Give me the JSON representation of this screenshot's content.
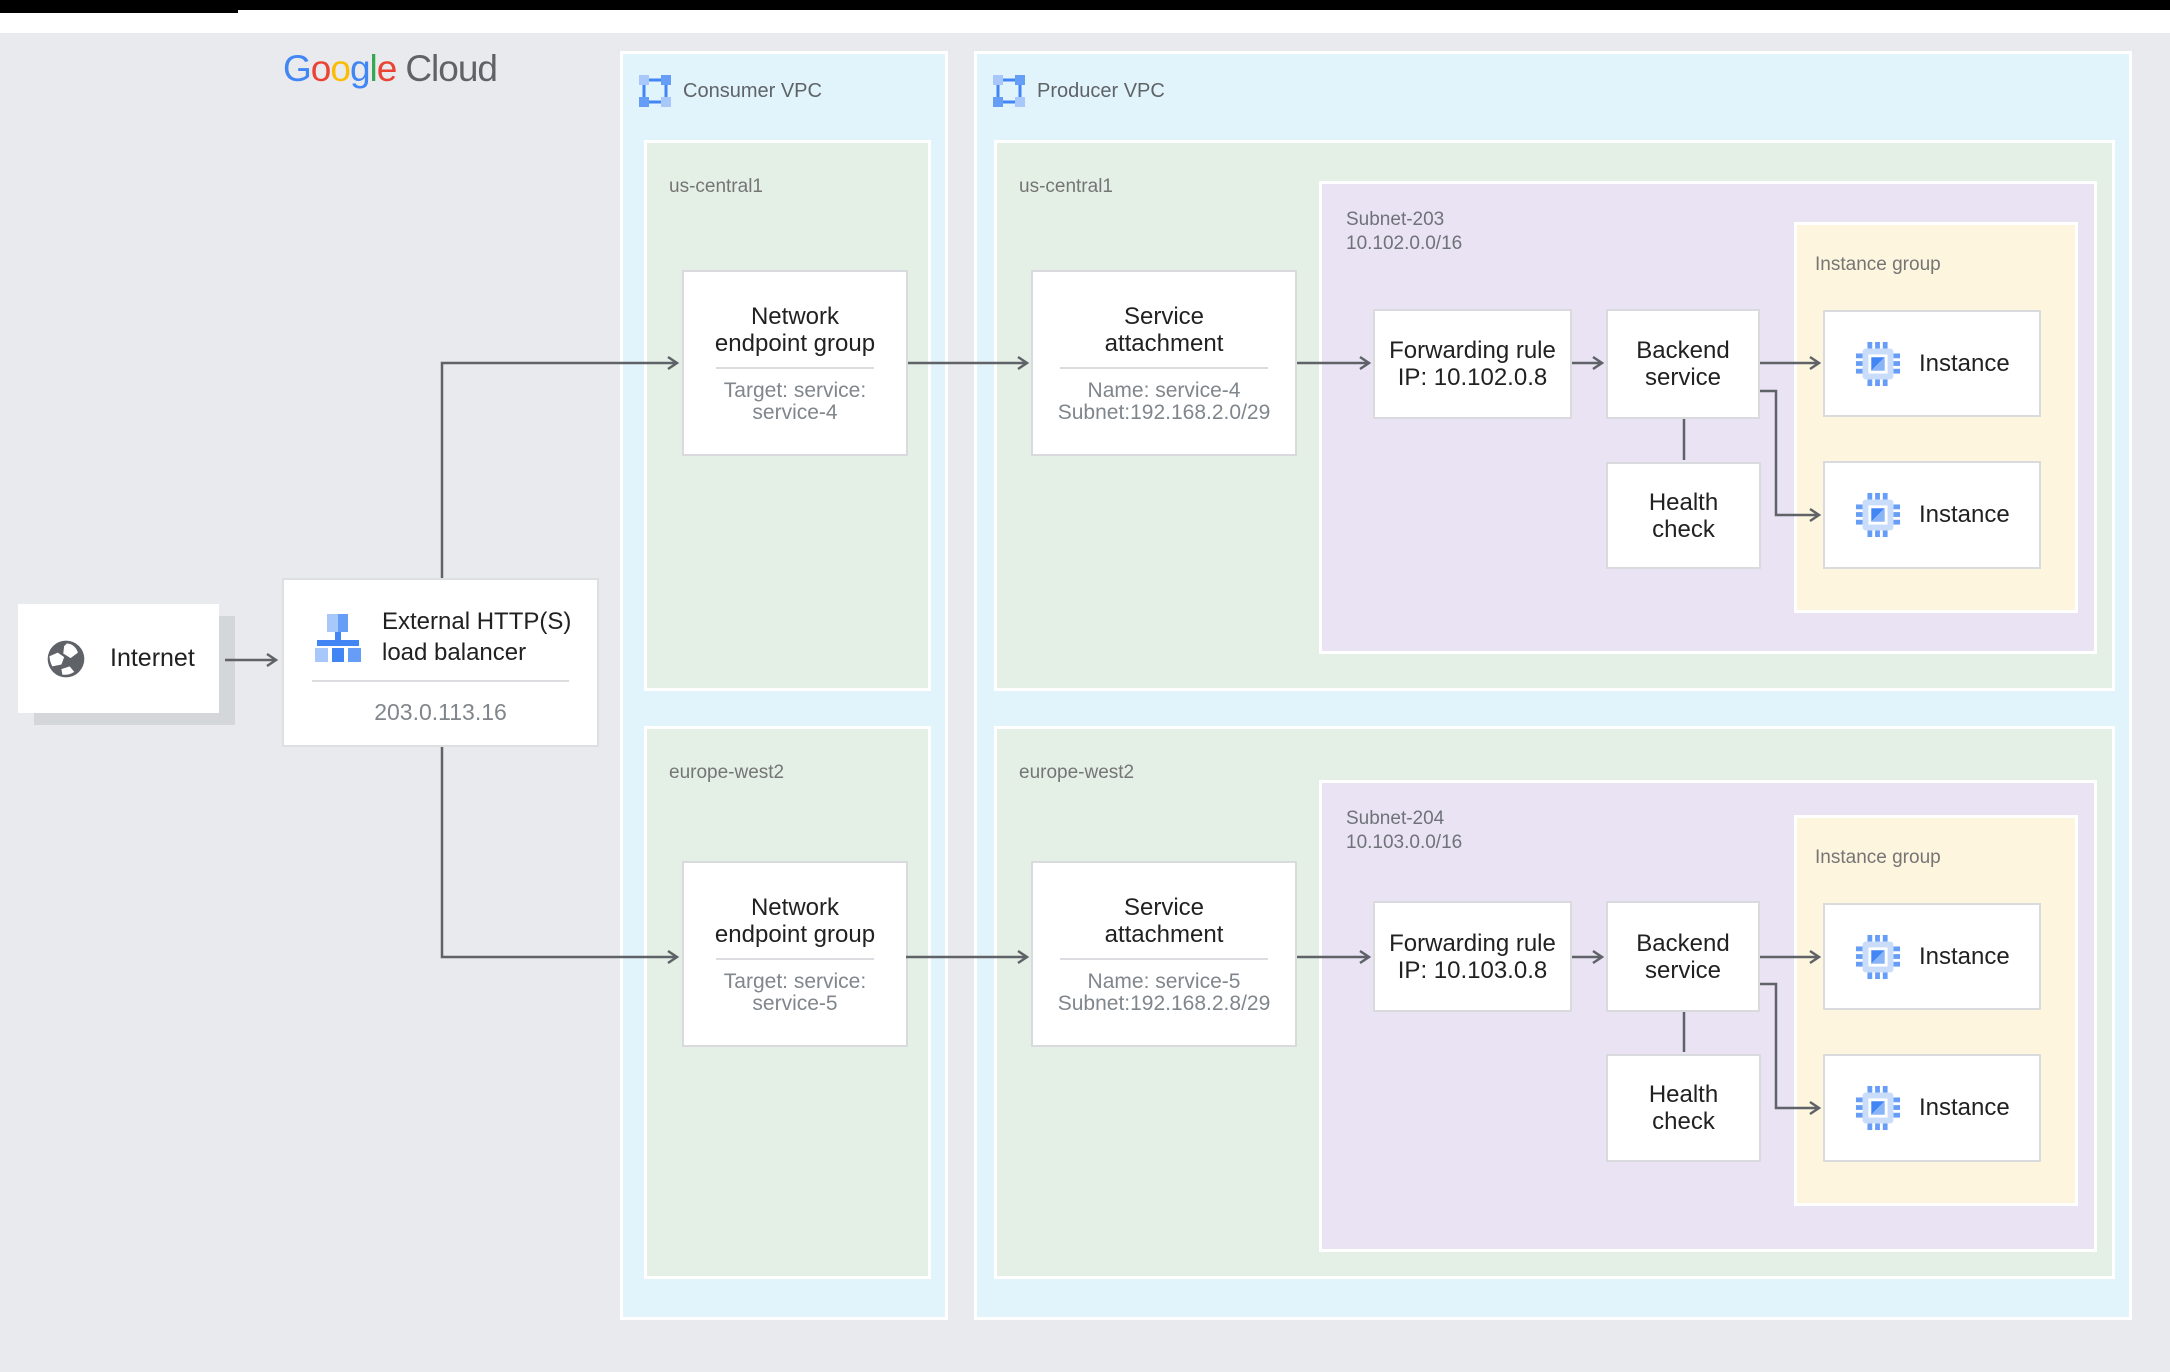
{
  "logo": {
    "l1": "G",
    "l2": "o",
    "l3": "o",
    "l4": "g",
    "l5": "l",
    "l6": "e",
    "word2": "Cloud"
  },
  "internet": {
    "label": "Internet"
  },
  "load_balancer": {
    "title1": "External HTTP(S)",
    "title2": "load balancer",
    "ip": "203.0.113.16"
  },
  "consumer_vpc": {
    "label": "Consumer VPC",
    "regions": [
      {
        "label": "us-central1",
        "neg": {
          "t1": "Network",
          "t2": "endpoint group",
          "s1": "Target: service:",
          "s2": "service-4"
        }
      },
      {
        "label": "europe-west2",
        "neg": {
          "t1": "Network",
          "t2": "endpoint group",
          "s1": "Target: service:",
          "s2": "service-5"
        }
      }
    ]
  },
  "producer_vpc": {
    "label": "Producer VPC",
    "regions": [
      {
        "label": "us-central1",
        "sa": {
          "t1": "Service",
          "t2": "attachment",
          "s1": "Name: service-4",
          "s2": "Subnet:192.168.2.0/29"
        },
        "subnet": {
          "name": "Subnet-203",
          "cidr": "10.102.0.0/16",
          "fr": {
            "l1": "Forwarding rule",
            "l2": "IP: 10.102.0.8"
          },
          "be": {
            "l1": "Backend",
            "l2": "service"
          },
          "hc": {
            "l1": "Health",
            "l2": "check"
          },
          "group": {
            "label": "Instance group",
            "instance1": "Instance",
            "instance2": "Instance"
          }
        }
      },
      {
        "label": "europe-west2",
        "sa": {
          "t1": "Service",
          "t2": "attachment",
          "s1": "Name: service-5",
          "s2": "Subnet:192.168.2.8/29"
        },
        "subnet": {
          "name": "Subnet-204",
          "cidr": "10.103.0.0/16",
          "fr": {
            "l1": "Forwarding rule",
            "l2": "IP: 10.103.0.8"
          },
          "be": {
            "l1": "Backend",
            "l2": "service"
          },
          "hc": {
            "l1": "Health",
            "l2": "check"
          },
          "group": {
            "label": "Instance group",
            "instance1": "Instance",
            "instance2": "Instance"
          }
        }
      }
    ]
  },
  "colors": {
    "vpc_fill": "#E1F3FB",
    "region_fill": "#E4F0E6",
    "subnet_fill": "#E9E3F4",
    "group_fill": "#FDF5DE",
    "node_border": "#DADCE0",
    "arrow": "#5F6368",
    "title_text": "#212121",
    "sub_text": "#80868B",
    "label_text": "#757575",
    "blue": "#4285F4",
    "blue_mid": "#669DF6",
    "blue_light": "#A8C7FA"
  }
}
